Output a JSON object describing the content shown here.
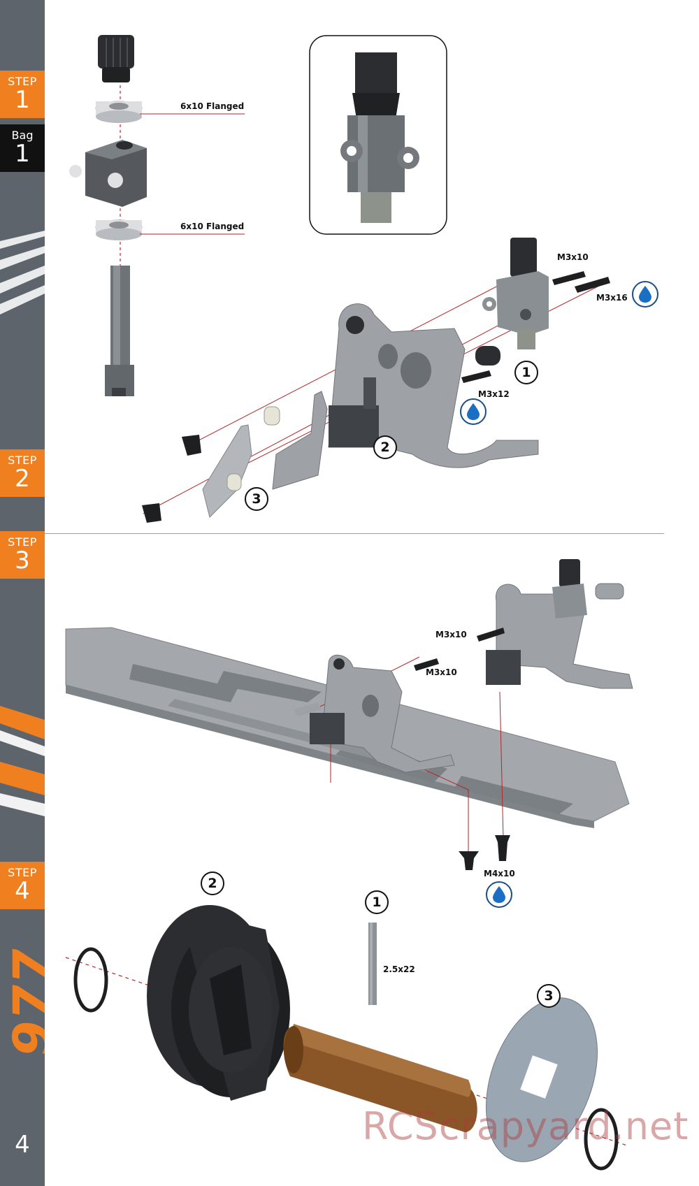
{
  "sidebar": {
    "steps": [
      {
        "label": "STEP",
        "number": "1"
      },
      {
        "label": "STEP",
        "number": "2"
      },
      {
        "label": "STEP",
        "number": "3"
      },
      {
        "label": "STEP",
        "number": "4"
      }
    ],
    "bag": {
      "label": "Bag",
      "number": "1"
    },
    "model_logo": "977",
    "page_number": "4"
  },
  "step1": {
    "bearing_top_label": "6x10 Flanged",
    "bearing_bottom_label": "6x10 Flanged"
  },
  "step2": {
    "screw_a_label": "M3x10",
    "screw_b_label": "M3x16",
    "screw_c_label": "M3x12",
    "callouts": [
      "1",
      "2",
      "3"
    ]
  },
  "step3": {
    "screw_right_label": "M3x10",
    "screw_left_label": "M3x10",
    "screw_bottom_label": "M4x10"
  },
  "step4": {
    "pin_label": "2.5x22",
    "callouts": [
      "2",
      "1",
      "3"
    ]
  },
  "watermark": "RCScrapyard.net",
  "colors": {
    "accent": "#f07f1f",
    "sidebar": "#5d646c",
    "thread_lock": "#1a6fc4"
  }
}
